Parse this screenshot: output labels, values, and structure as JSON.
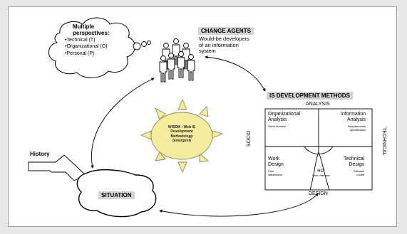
{
  "perspectives": {
    "title_line1": "Multiple",
    "title_line2": "perspectives:",
    "items": [
      "•Technical (T)",
      "•Organizational (O)",
      "•Personal (P)"
    ]
  },
  "change_agents": {
    "title": "CHANGE AGENTS",
    "desc_line1": "Would-be developers",
    "desc_line2": "of an information",
    "desc_line3": "system"
  },
  "is_methods": {
    "title": "IS DEVELOPMENT METHODS",
    "top_axis": "ANALYSIS",
    "bottom_axis": "DESIGN",
    "left_axis": "SOCIO",
    "right_axis": "TECHNICAL",
    "quadrants": {
      "org": {
        "line1": "Organizational",
        "line2": "Analysis",
        "sub": "Value creation"
      },
      "info": {
        "line1": "Information",
        "line2": "Analysis",
        "sub1": "Requirements",
        "sub2": "specification"
      },
      "work": {
        "line1": "Work",
        "line2": "Design",
        "sub1": "User",
        "sub2": "satisfaction"
      },
      "tech": {
        "line1": "Technical",
        "line2": "Design",
        "sub1": "Software",
        "sub2": "model"
      },
      "hci": {
        "line1": "HCI",
        "line2": "User interface"
      }
    }
  },
  "wisdm": {
    "line1": "WISDM - Web IS",
    "line2": "Development",
    "line3": "Methodology",
    "line4": "(emergent)"
  },
  "history": "History",
  "situation": "SITUATION",
  "colors": {
    "sun_fill": "#f5eca0",
    "sun_stroke": "#8a8a5a",
    "label_bar": "#d4d4d4",
    "frame_bg": "#ffffff",
    "page_bg": "#e9e9e9"
  }
}
